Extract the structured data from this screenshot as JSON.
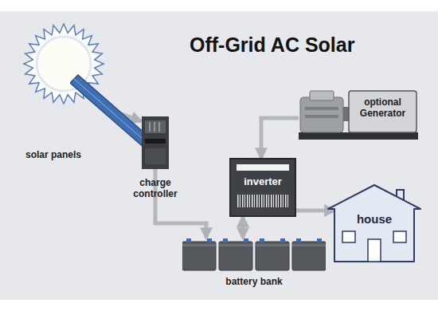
{
  "diagram": {
    "title": "Off-Grid AC Solar",
    "nodes": [
      {
        "text": [
          "solar panels"
        ]
      },
      {
        "text": [
          "charge controller"
        ]
      },
      {
        "text": [
          "inverter"
        ]
      },
      {
        "text": [
          "optional Generator"
        ]
      },
      {
        "text": [
          "house"
        ]
      },
      {
        "text": [
          "battery bank"
        ]
      }
    ],
    "edges": [
      {
        "from": 0,
        "to": 1,
        "arrow": "to"
      },
      {
        "from": 1,
        "to": 5,
        "arrow": "to"
      },
      {
        "from": 2,
        "to": 5,
        "arrow": "both"
      },
      {
        "from": 3,
        "to": 2,
        "arrow": "to"
      },
      {
        "from": 2,
        "to": 4,
        "arrow": "to"
      }
    ]
  }
}
